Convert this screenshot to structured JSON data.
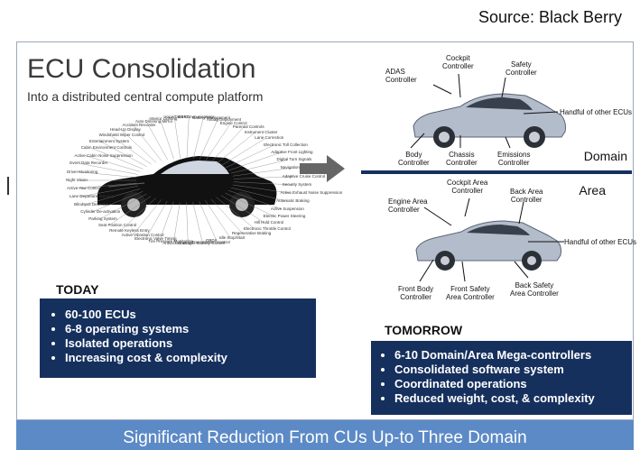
{
  "source": "Source: Black Berry",
  "left": {
    "title": "ECU Consolidation",
    "subtitle": "Into a distributed central compute platform",
    "today": {
      "heading": "TODAY",
      "bullets": [
        "60-100 ECUs",
        "6-8 operating systems",
        "Isolated operations",
        "Increasing cost & complexity"
      ]
    },
    "mustang_labels": [
      "Night Vision",
      "Driver Monitoring",
      "Event Data Recorder",
      "Active Cabin Noise Suppression",
      "Cabin Environment Controls",
      "Entertainment System",
      "Windshield Wiper Control",
      "Head-Up Display",
      "Accident Recorder",
      "Auto Dimming Mirror",
      "Interior Lighting",
      "Voice/Data Communications",
      "DSRC",
      "Battery Management",
      "Airbag Deployment",
      "Engine Control",
      "Parental Controls",
      "Instrument Cluster",
      "Lane Correction",
      "Electronic Toll Collection",
      "Adaptive Front Lighting",
      "Digital Turn Signals",
      "Navigation System",
      "Adaptive Cruise Control",
      "Security System",
      "Active Exhaust Noise Suppression",
      "Automatic Braking",
      "Active Suspension",
      "Electric Power Steering",
      "Hill Hold Control",
      "Electronic Throttle Control",
      "Regenerative Braking",
      "Idle Stop/Start",
      "OBDII",
      "Transmission Control",
      "Electronic Stability Control",
      "Antilock Braking",
      "Tire Pressure Monitoring",
      "Electronic Valve Timing",
      "Active Vibration Control",
      "Remote Keyless Entry",
      "Seat Position Control",
      "Parking System",
      "Cylinder De-activation",
      "Blindspot Detection",
      "Lane Departure Warning",
      "Active Yaw Control"
    ],
    "arrow": "➡"
  },
  "right": {
    "domain_label": "Domain",
    "area_label": "Area",
    "domain_car_labels": {
      "cockpit": "Cockpit\nController",
      "adas": "ADAS\nController",
      "safety": "Safety\nController",
      "handful": "Handful of other ECUs",
      "body": "Body\nController",
      "chassis": "Chassis\nController",
      "emissions": "Emissions\nController"
    },
    "area_car_labels": {
      "cockpit_area": "Cockpit Area\nController",
      "engine_area": "Engine Area\nController",
      "back_area": "Back Area\nController",
      "handful": "Handful of other ECUs",
      "front_body": "Front Body\nController",
      "front_safety": "Front Safety\nArea Controller",
      "back_safety": "Back Safety\nArea Controller"
    },
    "tomorrow": {
      "heading": "TOMORROW",
      "bullets": [
        "6-10 Domain/Area Mega-controllers",
        "Consolidated software system",
        "Coordinated operations",
        "Reduced weight, cost, & complexity"
      ]
    }
  },
  "bottom_banner": "Significant Reduction From CUs Up-to Three Domain",
  "colors": {
    "navy": "#16305e",
    "band": "#5c8ac6",
    "frame": "#9aa7bb"
  }
}
